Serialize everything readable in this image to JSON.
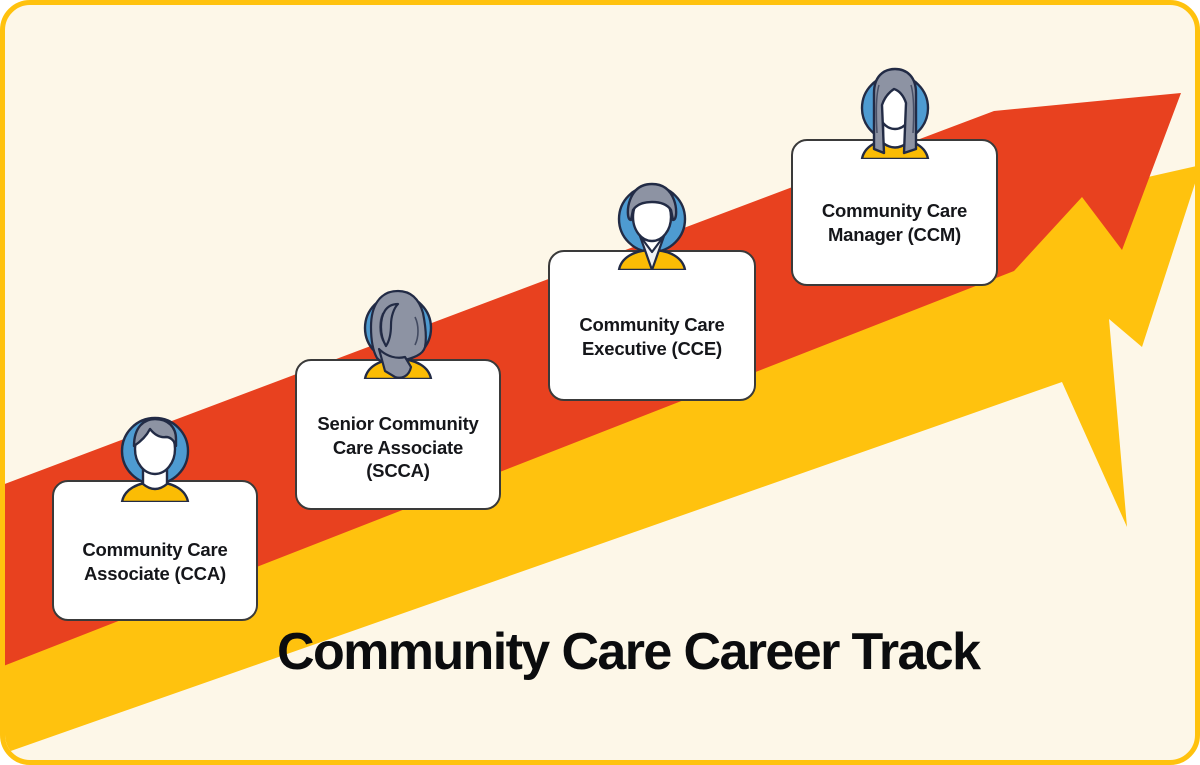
{
  "graphic": {
    "title": "Community Care Career Track",
    "kind": "career-progression-arrow-infographic",
    "colors": {
      "background": "#FDF7E8",
      "frame_border": "#FFC20E",
      "arrow_primary": "#E8411F",
      "arrow_shadow": "#FFC20E",
      "card_background": "#FFFFFF",
      "card_border": "#3A3A3A",
      "title_text": "#0B0C0E",
      "avatar_hair": "#8D93A3",
      "avatar_circle": "#4E9BD1",
      "avatar_shirt": "#FBBC04",
      "avatar_outline": "#222B45",
      "avatar_face": "#FFFFFF"
    }
  },
  "steps": [
    {
      "id": "cca",
      "order": 1,
      "label": "Community Care\nAssociate (CCA)",
      "full_title": "Community Care Associate",
      "abbreviation": "CCA",
      "avatar": "avatar-short-hair-icon"
    },
    {
      "id": "scca",
      "order": 2,
      "label": "Senior Community\nCare Associate\n(SCCA)",
      "full_title": "Senior Community Care Associate",
      "abbreviation": "SCCA",
      "avatar": "avatar-hijab-icon"
    },
    {
      "id": "cce",
      "order": 3,
      "label": "Community Care\nExecutive (CCE)",
      "full_title": "Community Care Executive",
      "abbreviation": "CCE",
      "avatar": "avatar-collared-shirt-icon"
    },
    {
      "id": "ccm",
      "order": 4,
      "label": "Community Care\nManager (CCM)",
      "full_title": "Community Care Manager",
      "abbreviation": "CCM",
      "avatar": "avatar-long-hair-icon"
    }
  ]
}
